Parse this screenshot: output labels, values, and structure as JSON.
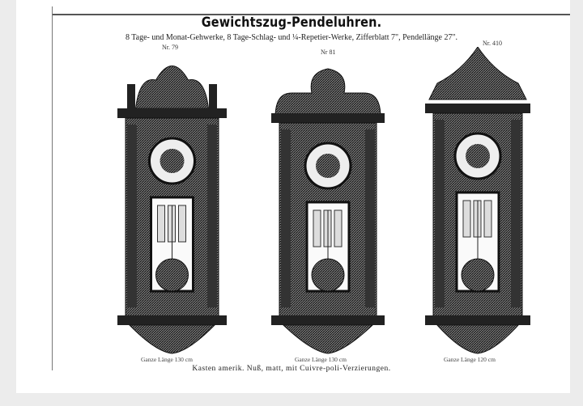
{
  "title": "Gewichtszug-Pendeluhren.",
  "subtitle": "8 Tage- und Monat-Gehwerke, 8 Tage-Schlag- und ¼-Repetier-Werke, Zifferblatt 7\", Pendellänge 27\".",
  "clocks": [
    {
      "number": "Nr. 79",
      "caption": "Ganze Länge 130 cm"
    },
    {
      "number": "Nr 81",
      "caption": "Ganze Länge 130 cm"
    },
    {
      "number": "Nr. 410",
      "caption": "Ganze Länge 120 cm"
    }
  ],
  "footer": "Kasten amerik. Nuß, matt, mit Cuivre-poli-Verzierungen."
}
